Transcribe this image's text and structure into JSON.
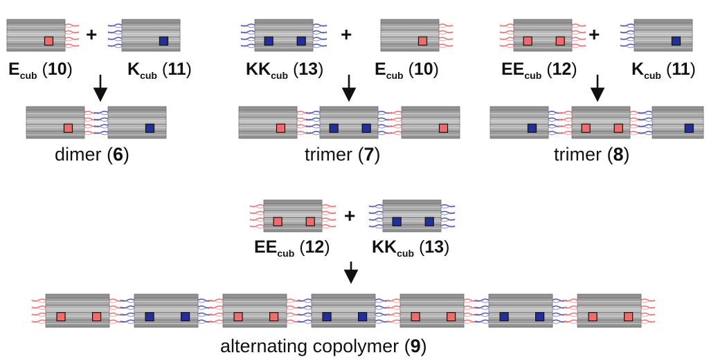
{
  "plus_sign": "+",
  "labels": {
    "e": {
      "letters": "E",
      "sub": "cub",
      "num": "10"
    },
    "k": {
      "letters": "K",
      "sub": "cub",
      "num": "11"
    },
    "kk": {
      "letters": "KK",
      "sub": "cub",
      "num": "13"
    },
    "ee": {
      "letters": "EE",
      "sub": "cub",
      "num": "12"
    }
  },
  "captions": {
    "dimer": {
      "text": "dimer",
      "num": "6"
    },
    "trimer7": {
      "text": "trimer",
      "num": "7"
    },
    "trimer8": {
      "text": "trimer",
      "num": "8"
    },
    "copolymer": {
      "text": "alternating copolymer",
      "num": "9"
    }
  },
  "colors": {
    "e_marker": "#f26b6b",
    "k_marker": "#23309b",
    "e_strand": "#e87a7a",
    "k_strand": "#5a5fb0",
    "body_gray": "#a9a9a9",
    "arrow": "#111111"
  }
}
